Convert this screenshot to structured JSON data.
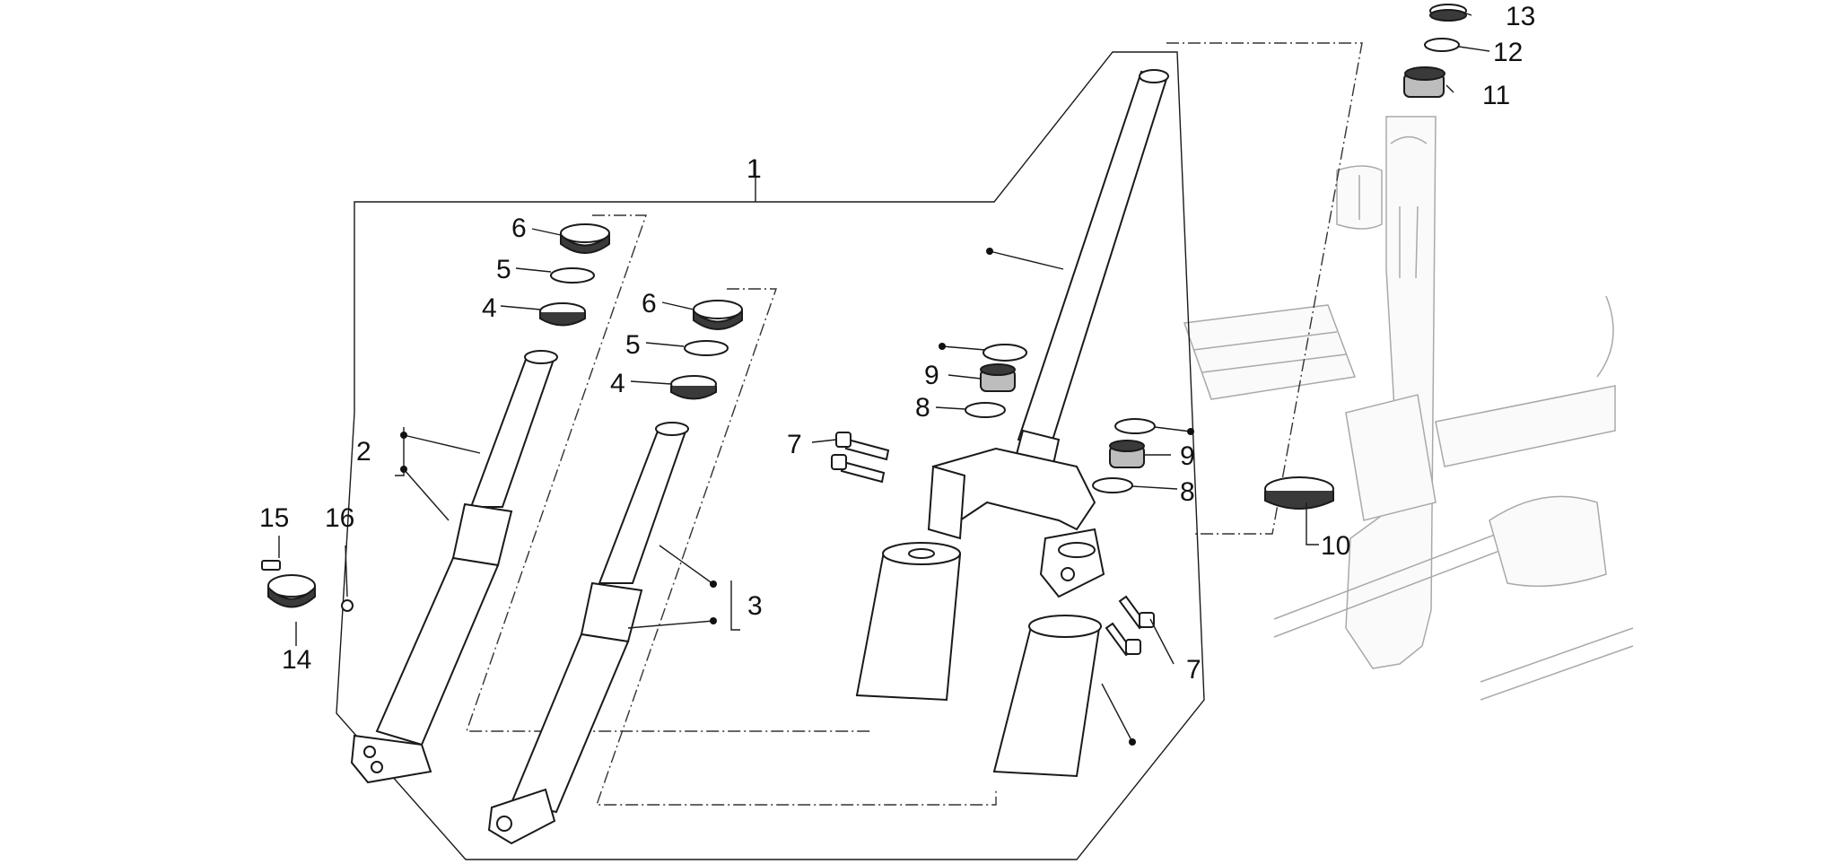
{
  "callouts": {
    "c1": "1",
    "c2": "2",
    "c3": "3",
    "c4a": "4",
    "c4b": "4",
    "c5a": "5",
    "c5b": "5",
    "c6a": "6",
    "c6b": "6",
    "c7a": "7",
    "c7b": "7",
    "c8a": "8",
    "c8b": "8",
    "c9a": "9",
    "c9b": "9",
    "c10": "10",
    "c11": "11",
    "c12": "12",
    "c13": "13",
    "c14": "14",
    "c15": "15",
    "c16": "16"
  },
  "colors": {
    "line": "#1a1a1a",
    "ghost": "#a9a9a9",
    "dark_part": "#3a3a3a"
  }
}
